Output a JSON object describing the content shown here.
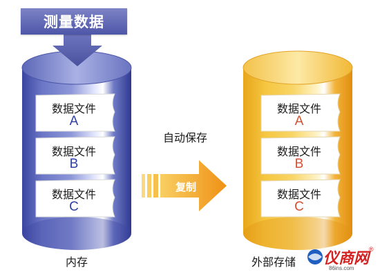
{
  "banner": {
    "label": "测量数据"
  },
  "memory": {
    "label": "内存",
    "files": [
      {
        "title": "数据文件",
        "letter": "A"
      },
      {
        "title": "数据文件",
        "letter": "B"
      },
      {
        "title": "数据文件",
        "letter": "C"
      }
    ]
  },
  "external": {
    "label": "外部存储",
    "files": [
      {
        "title": "数据文件",
        "letter": "A"
      },
      {
        "title": "数据文件",
        "letter": "B"
      },
      {
        "title": "数据文件",
        "letter": "C"
      }
    ]
  },
  "transfer": {
    "caption": "自动保存",
    "arrow_label": "复制"
  },
  "watermark": {
    "brand": "仪商网",
    "url": "86ins.com",
    "registered": "®"
  },
  "colors": {
    "memory_cylinder": "#5a66b8",
    "external_cylinder": "#f2c23a",
    "arrow": "#f2a21c",
    "banner": "#5f66b4"
  }
}
